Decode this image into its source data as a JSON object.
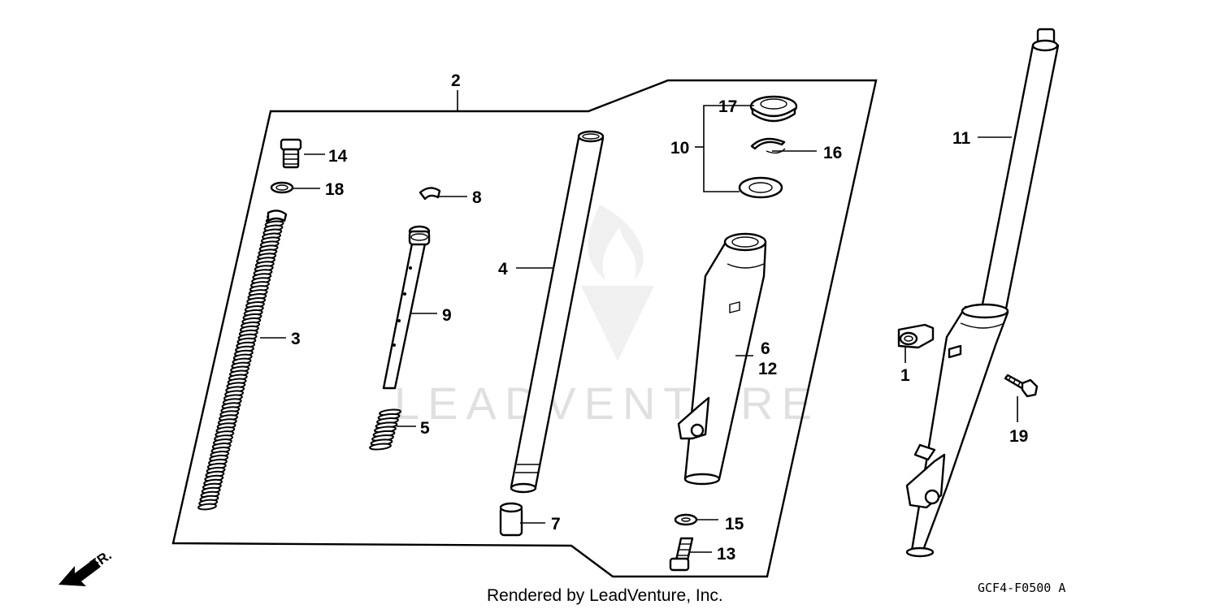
{
  "diagram": {
    "callouts": [
      "1",
      "2",
      "3",
      "4",
      "5",
      "6",
      "7",
      "8",
      "9",
      "10",
      "11",
      "12",
      "13",
      "14",
      "15",
      "16",
      "17",
      "18",
      "19"
    ],
    "callout_6_12": {
      "top": "6",
      "bottom": "12"
    },
    "front_marker": "FR.",
    "credit": "Rendered by LeadVenture, Inc.",
    "diagram_code": "GCF4-F0500 A",
    "watermark": "LEADVENTURE"
  }
}
